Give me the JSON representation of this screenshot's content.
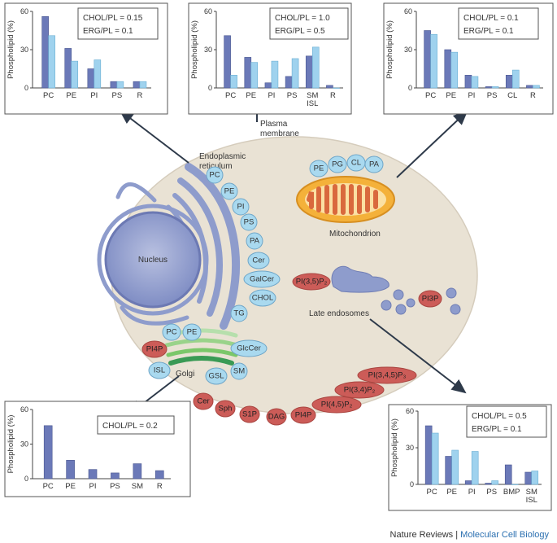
{
  "credit": {
    "journal": "Nature Reviews",
    "separator": " | ",
    "section": "Molecular Cell Biology"
  },
  "colors": {
    "dark_bar": "#6b79b8",
    "light_bar": "#9fd2ee",
    "cell": "#e9e2d4",
    "er": "#8e9ccc",
    "er_lipid": "#a9d9ef",
    "red_lipid": "#cc5c58",
    "mito_outer": "#f4b13a",
    "mito_inner": "#d9693d",
    "golgi": "#7bc76a"
  },
  "labels": {
    "er": "Endoplasmic reticulum",
    "nucleus": "Nucleus",
    "mitochondrion": "Mitochondrion",
    "late_endosomes": "Late endosomes",
    "golgi": "Golgi",
    "plasma_membrane": "Plasma membrane"
  },
  "lipids": {
    "er": [
      "PC",
      "PE",
      "PI",
      "PS",
      "PA",
      "Cer",
      "GalCer",
      "CHOL",
      "TG"
    ],
    "mito": [
      "PE",
      "PG",
      "CL",
      "PA"
    ],
    "golgi_top": [
      "PC",
      "PE"
    ],
    "golgi_right": [
      "GlcCer",
      "SM",
      "GSL"
    ],
    "golgi_left": [
      "PI4P",
      "ISL"
    ],
    "endosome": [
      "PI(3,5)P₂",
      "PI3P"
    ],
    "pm": [
      "Cer",
      "Sph",
      "S1P",
      "DAG",
      "PI4P",
      "PI(4,5)P₂",
      "PI(3,4)P₂",
      "PI(3,4,5)P₃"
    ]
  },
  "charts": [
    {
      "id": "er",
      "ylabel": "Phospholipid (%)",
      "ylim": [
        0,
        60
      ],
      "yticks": [
        "0",
        "30",
        "60"
      ],
      "ratios": [
        "CHOL/PL = 0.15",
        "ERG/PL = 0.1"
      ],
      "categories": [
        "PC",
        "PE",
        "PI",
        "PS",
        "R"
      ],
      "series": [
        {
          "values": [
            56,
            31,
            15,
            5,
            5
          ]
        },
        {
          "values": [
            41,
            21,
            22,
            5,
            5
          ]
        }
      ]
    },
    {
      "id": "pm",
      "ylabel": "Phospholipid (%)",
      "ylim": [
        0,
        60
      ],
      "yticks": [
        "0",
        "30",
        "60"
      ],
      "ratios": [
        "CHOL/PL = 1.0",
        "ERG/PL = 0.5"
      ],
      "categories": [
        "PC",
        "PE",
        "PI",
        "PS",
        "SM\nISL",
        "R"
      ],
      "series": [
        {
          "values": [
            41,
            24,
            4,
            9,
            25,
            2
          ]
        },
        {
          "values": [
            10,
            20,
            21,
            23,
            32,
            0
          ]
        }
      ]
    },
    {
      "id": "mito",
      "ylabel": "Phospholipid (%)",
      "ylim": [
        0,
        60
      ],
      "yticks": [
        "0",
        "30",
        "60"
      ],
      "ratios": [
        "CHOL/PL = 0.1",
        "ERG/PL = 0.1"
      ],
      "categories": [
        "PC",
        "PE",
        "PI",
        "PS",
        "CL",
        "R"
      ],
      "series": [
        {
          "values": [
            45,
            30,
            10,
            1,
            10,
            2
          ]
        },
        {
          "values": [
            42,
            28,
            9,
            1,
            14,
            2
          ]
        }
      ]
    },
    {
      "id": "golgi",
      "ylabel": "Phospholipid (%)",
      "ylim": [
        0,
        60
      ],
      "yticks": [
        "0",
        "30",
        "60"
      ],
      "ratios": [
        "CHOL/PL = 0.2"
      ],
      "categories": [
        "PC",
        "PE",
        "PI",
        "PS",
        "SM",
        "R"
      ],
      "series": [
        {
          "values": [
            46,
            16,
            8,
            5,
            13,
            7
          ]
        }
      ]
    },
    {
      "id": "endo",
      "ylabel": "Phospholipid (%)",
      "ylim": [
        0,
        60
      ],
      "yticks": [
        "0",
        "30",
        "60"
      ],
      "ratios": [
        "CHOL/PL = 0.5",
        "ERG/PL = 0.1"
      ],
      "categories": [
        "PC",
        "PE",
        "PI",
        "PS",
        "BMP",
        "SM\nISL"
      ],
      "series": [
        {
          "values": [
            48,
            23,
            3,
            1,
            16,
            10
          ]
        },
        {
          "values": [
            42,
            28,
            27,
            3,
            0,
            11
          ]
        }
      ]
    }
  ]
}
